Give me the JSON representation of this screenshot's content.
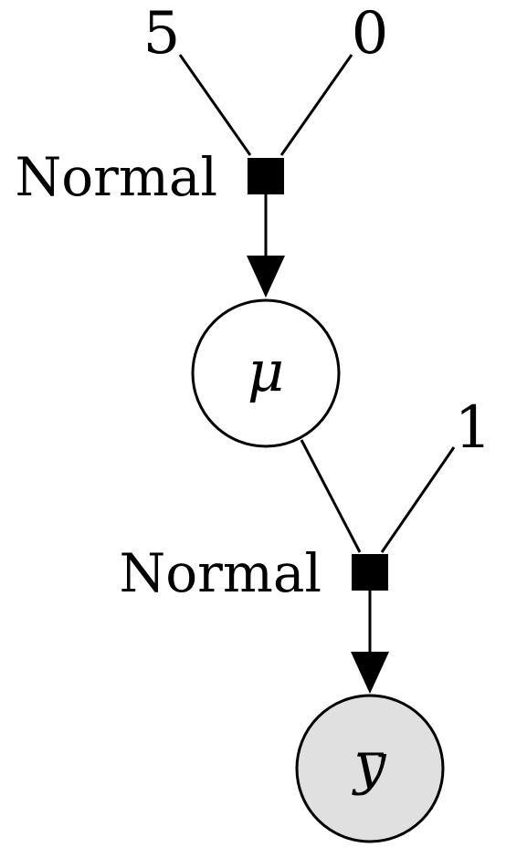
{
  "nodes": {
    "mu": {
      "label": "μ",
      "fill": "#ffffff",
      "observed": false
    },
    "ybar": {
      "label": "y",
      "fill": "#e0e0e0",
      "observed": true
    }
  },
  "factors": {
    "prior": {
      "label": "Normal"
    },
    "likelihood": {
      "label": "Normal"
    }
  },
  "constants": {
    "prior_mean": "5",
    "prior_sd": "0",
    "likelihood_sd": "1"
  },
  "colors": {
    "stroke": "#000000",
    "factor": "#000000",
    "observed_fill": "#e0e0e0",
    "latent_fill": "#ffffff"
  }
}
